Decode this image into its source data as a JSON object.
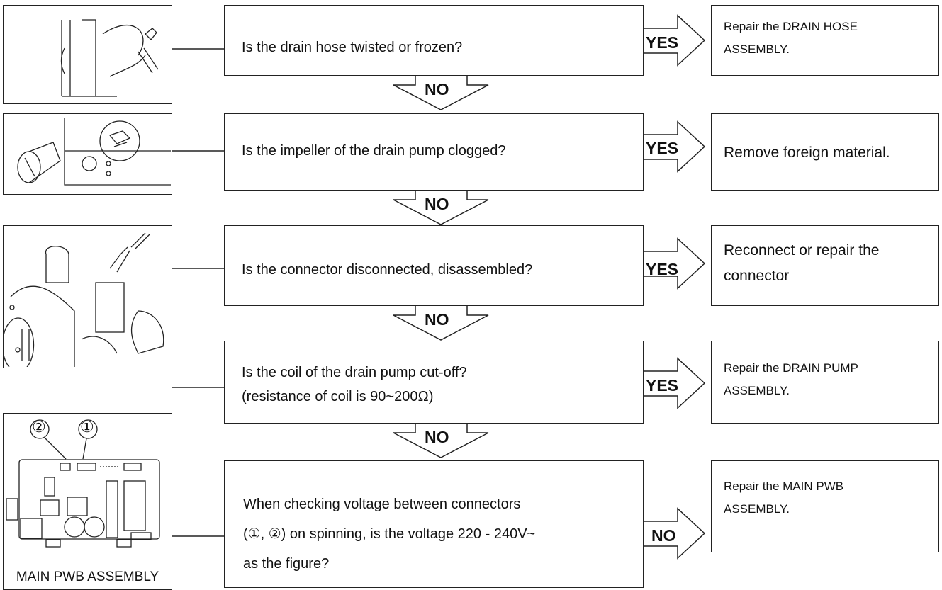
{
  "steps": [
    {
      "question": "Is the drain hose twisted or frozen?",
      "branch": "YES",
      "result": "Repair the DRAIN HOSE\nASSEMBLY.",
      "next": "NO"
    },
    {
      "question": "Is the impeller of the drain pump clogged?",
      "branch": "YES",
      "result": "Remove foreign material.",
      "next": "NO"
    },
    {
      "question": "Is the connector disconnected, disassembled?",
      "branch": "YES",
      "result": "Reconnect or repair the\nconnector",
      "next": "NO"
    },
    {
      "question": "Is the coil of the drain pump cut-off?\n(resistance of coil is 90~200Ω)",
      "branch": "YES",
      "result": "Repair the DRAIN PUMP\nASSEMBLY.",
      "next": "NO"
    },
    {
      "question": "When checking voltage between connectors\n(①, ②) on spinning, is the voltage 220 - 240V~\nas the figure?",
      "branch": "NO",
      "result": "Repair the MAIN PWB\nASSEMBLY."
    }
  ],
  "pwb_figure": {
    "caption": "MAIN PWB ASSEMBLY",
    "marker_1": "①",
    "marker_2": "②"
  }
}
